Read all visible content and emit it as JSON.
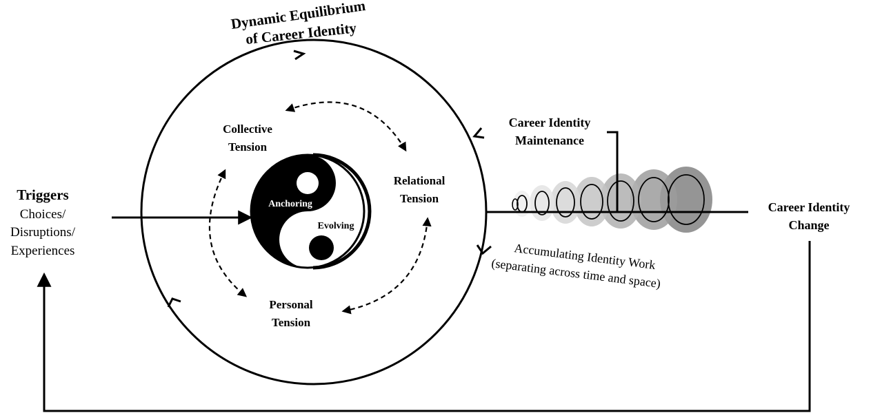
{
  "title": {
    "line1": "Dynamic Equilibrium",
    "line2": "of Career Identity"
  },
  "triggers": {
    "heading": "Triggers",
    "items": [
      "Choices/",
      "Disruptions/",
      "Experiences"
    ]
  },
  "tensions": {
    "collective": [
      "Collective",
      "Tension"
    ],
    "relational": [
      "Relational",
      "Tension"
    ],
    "personal": [
      "Personal",
      "Tension"
    ]
  },
  "yin_yang": {
    "anchoring": "Anchoring",
    "evolving": "Evolving"
  },
  "maintenance": [
    "Career Identity",
    "Maintenance"
  ],
  "change": [
    "Career Identity",
    "Change"
  ],
  "accumulating": [
    "Accumulating Identity Work",
    "(separating across time and space)"
  ]
}
